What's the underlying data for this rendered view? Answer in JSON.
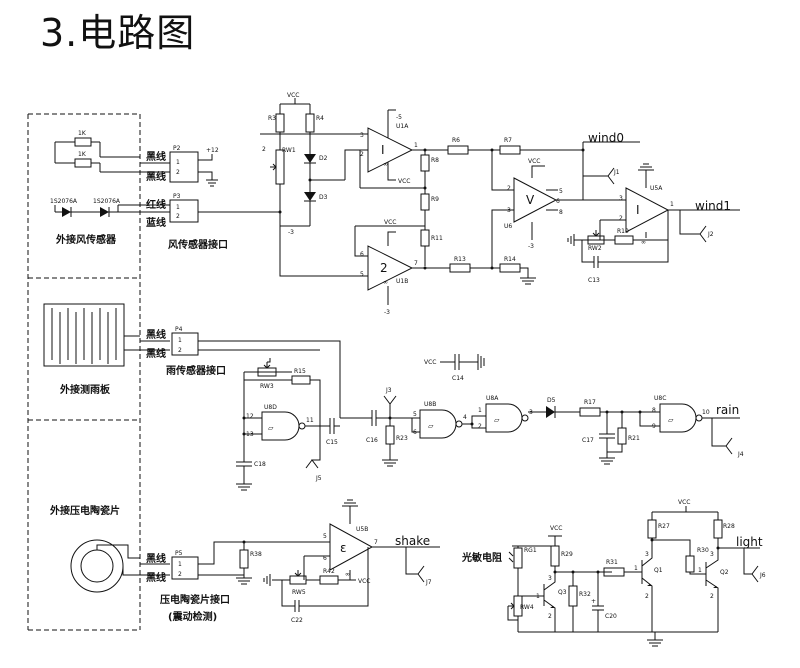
{
  "title": "3.电路图",
  "panels": {
    "wind_sensor": "外接风传感器",
    "rain_board": "外接测雨板",
    "piezo": "外接压电陶瓷片"
  },
  "wire_labels": {
    "black": "黑线",
    "red": "红线",
    "blue": "蓝线"
  },
  "connectors": {
    "P2": "P2",
    "P3": "P3",
    "P4": "P4",
    "P5": "P5",
    "wind_if": "风传感器接口",
    "rain_if": "雨传感器接口",
    "piezo_if": "压电陶瓷片接口",
    "piezo_if_sub": "(震动检测)"
  },
  "pins": {
    "p1": "1",
    "p2": "2",
    "p3": "3",
    "p4": "4",
    "p5": "5",
    "p6": "6",
    "p7": "7",
    "p8": "8",
    "p9": "9",
    "p10": "10",
    "p11": "11",
    "p12": "12",
    "p13": "13"
  },
  "power": {
    "vcc": "VCC",
    "plus12": "+12",
    "minus5": "-5",
    "minus3": "-3"
  },
  "outputs": {
    "wind0": "wind0",
    "wind1": "wind1",
    "rain": "rain",
    "shake": "shake",
    "light": "light"
  },
  "photoresistor_label": "光敏电阻",
  "components": {
    "R1K_a": "1K",
    "R1K_b": "1K",
    "D_1S_a": "1S2076A",
    "D_1S_b": "1S2076A",
    "R3": "R3",
    "R4": "R4",
    "RW1": "RW1",
    "D2": "D2",
    "D3": "D3",
    "U1A": "U1A",
    "U1B": "U1B",
    "R6": "R6",
    "R7": "R7",
    "R8": "R8",
    "R9": "R9",
    "R11": "R11",
    "R13": "R13",
    "R14": "R14",
    "U6": "U6",
    "J1": "J1",
    "U5A": "U5A",
    "R10": "R10",
    "RW2": "RW2",
    "C13": "C13",
    "J2": "J2",
    "C14": "C14",
    "RW3": "RW3",
    "R15": "R15",
    "U8D": "U8D",
    "C15": "C15",
    "C18": "C18",
    "J5": "J5",
    "J3": "J3",
    "C16": "C16",
    "R23": "R23",
    "U8B": "U8B",
    "U8A": "U8A",
    "D5": "D5",
    "R17": "R17",
    "U8C": "U8C",
    "C17": "C17",
    "R21": "R21",
    "J4": "J4",
    "R38": "R38",
    "U5B": "U5B",
    "RW5": "RW5",
    "R42": "R42",
    "C22": "C22",
    "J7": "J7",
    "RG1": "RG1",
    "R29": "R29",
    "Q3": "Q3",
    "RW4": "RW4",
    "R32": "R32",
    "C20": "C20",
    "R31": "R31",
    "Q1": "Q1",
    "R27": "R27",
    "R30": "R30",
    "R28": "R28",
    "Q2": "Q2",
    "J6": "J6"
  }
}
